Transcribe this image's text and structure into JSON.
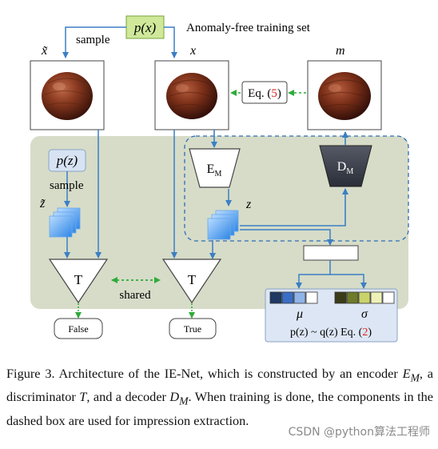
{
  "diagram": {
    "px_label": "p(x)",
    "anomaly_free_label": "Anomaly-free training set",
    "sample_top": "sample",
    "x_tilde": "x̃",
    "x": "x",
    "m": "m",
    "eq5_prefix": "Eq. (",
    "eq5_num": "5",
    "eq5_suffix": ")",
    "pz_label": "p(z)",
    "sample_left": "sample",
    "z_tilde": "z̃",
    "encoder": "E",
    "encoder_sub": "M",
    "decoder": "D",
    "decoder_sub": "M",
    "z": "z",
    "t_left": "T",
    "t_right": "T",
    "shared": "shared",
    "false_label": "False",
    "true_label": "True",
    "mu": "μ",
    "sigma": "σ",
    "pq_prefix": "p(z) ~ q(z) Eq. (",
    "eq2_num": "2",
    "pq_suffix": ")",
    "mu_colors": [
      "#1f3864",
      "#3a6ec6",
      "#8fb4e8",
      "#ffffff"
    ],
    "sigma_colors": [
      "#3b3b1a",
      "#6f7a2a",
      "#c9d36a",
      "#eef2b8",
      "#ffffff"
    ],
    "ref_color": "#e0201b",
    "accent_green": "#2faa3a",
    "accent_blue": "#3b7fc4"
  },
  "caption": {
    "prefix": "Figure 3. Architecture of the IE-Net, which is constructed by an encoder ",
    "em": "E",
    "em_sub": "M",
    "mid1": ", a discriminator ",
    "t": "T",
    "mid2": ", and a decoder ",
    "dm": "D",
    "dm_sub": "M",
    "suffix": ". When training is done, the components in the dashed box are used for impression extraction."
  },
  "watermark": "CSDN @python算法工程师"
}
